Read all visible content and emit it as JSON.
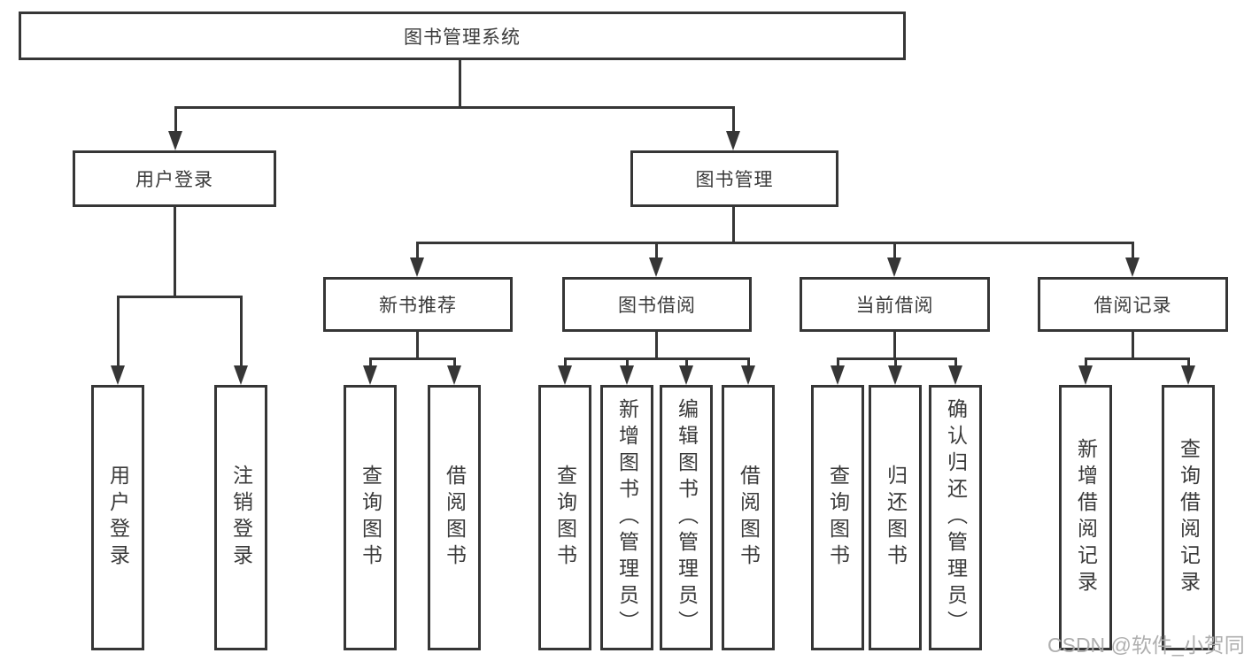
{
  "tree": {
    "label": "图书管理系统",
    "children": [
      {
        "label": "用户登录",
        "children": [
          {
            "label": "用户登录"
          },
          {
            "label": "注销登录"
          }
        ]
      },
      {
        "label": "图书管理",
        "children": [
          {
            "label": "新书推荐",
            "children": [
              {
                "label": "查询图书"
              },
              {
                "label": "借阅图书"
              }
            ]
          },
          {
            "label": "图书借阅",
            "children": [
              {
                "label": "查询图书"
              },
              {
                "label": "新增图书（管理员）"
              },
              {
                "label": "编辑图书（管理员）"
              },
              {
                "label": "借阅图书"
              }
            ]
          },
          {
            "label": "当前借阅",
            "children": [
              {
                "label": "查询图书"
              },
              {
                "label": "归还图书"
              },
              {
                "label": "确认归还（管理员）"
              }
            ]
          },
          {
            "label": "借阅记录",
            "children": [
              {
                "label": "新增借阅记录"
              },
              {
                "label": "查询借阅记录"
              }
            ]
          }
        ]
      }
    ]
  },
  "watermark": {
    "text": "CSDN @软件_小贺同学",
    "color": "#ababab"
  },
  "colors": {
    "line": "#363636",
    "text": "#3a3a3a",
    "background": "#ffffff"
  }
}
